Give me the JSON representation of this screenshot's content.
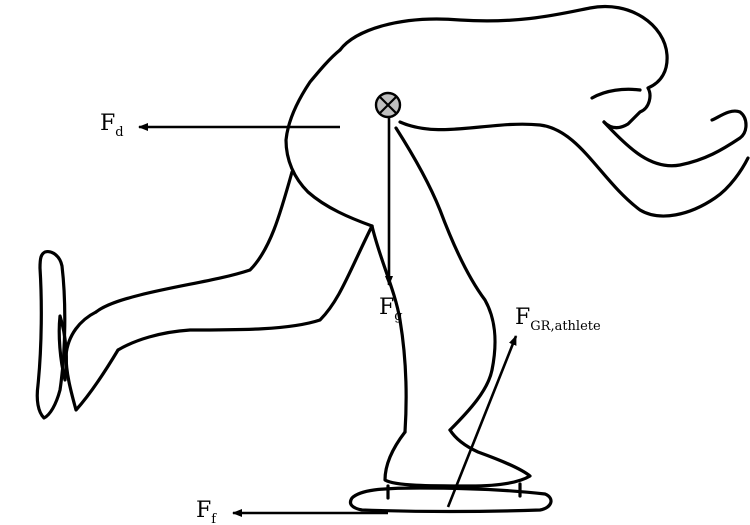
{
  "labels": {
    "drag": {
      "symbol": "F",
      "subscript": "d"
    },
    "gravity": {
      "symbol": "F",
      "subscript": "g"
    },
    "ground_reaction": {
      "symbol": "F",
      "subscript": "GR,athlete"
    },
    "friction": {
      "symbol": "F",
      "subscript": "f"
    }
  },
  "icons": {
    "center_of_mass": "circle-with-x-icon"
  },
  "colors": {
    "outline": "#000000",
    "center_of_mass_fill": "#bfbfbf",
    "background": "#ffffff"
  }
}
